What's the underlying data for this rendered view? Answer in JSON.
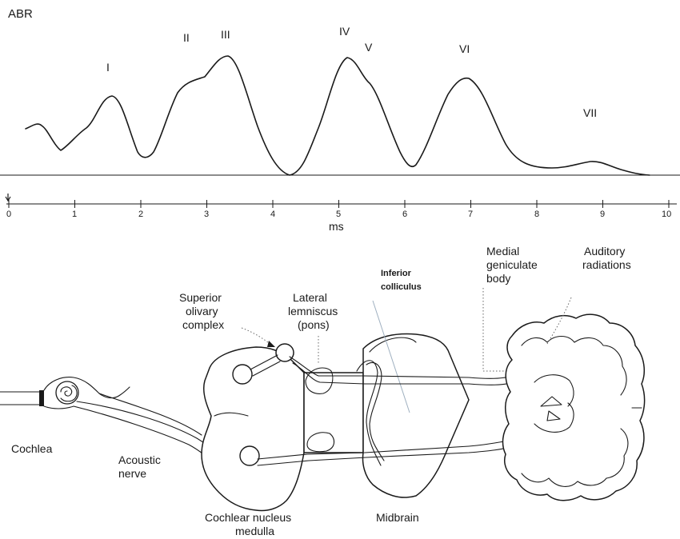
{
  "abr": {
    "title": "ABR",
    "axis_unit": "ms",
    "ticks": [
      "0",
      "1",
      "2",
      "3",
      "4",
      "5",
      "6",
      "7",
      "8",
      "9",
      "10"
    ],
    "peaks": [
      {
        "label": "I",
        "latency_ms": 1.55
      },
      {
        "label": "II",
        "latency_ms": 2.75
      },
      {
        "label": "III",
        "latency_ms": 3.3
      },
      {
        "label": "IV",
        "latency_ms": 5.1
      },
      {
        "label": "V",
        "latency_ms": 5.45
      },
      {
        "label": "VI",
        "latency_ms": 6.9
      },
      {
        "label": "VII",
        "latency_ms": 8.9
      }
    ]
  },
  "labels": {
    "cochlea": "Cochlea",
    "acoustic_nerve": [
      "Acoustic",
      "nerve"
    ],
    "superior_olivary": [
      "Superior",
      "olivary",
      "complex"
    ],
    "lateral_lemniscus": [
      "Lateral",
      "lemniscus",
      "(pons)"
    ],
    "inferior_colliculus": [
      "Inferior",
      "colliculus"
    ],
    "medial_geniculate": [
      "Medial",
      "geniculate",
      "body"
    ],
    "auditory_radiations": [
      "Auditory",
      "radiations"
    ],
    "cochlear_nucleus": [
      "Cochlear nucleus",
      "medulla"
    ],
    "midbrain": "Midbrain"
  }
}
